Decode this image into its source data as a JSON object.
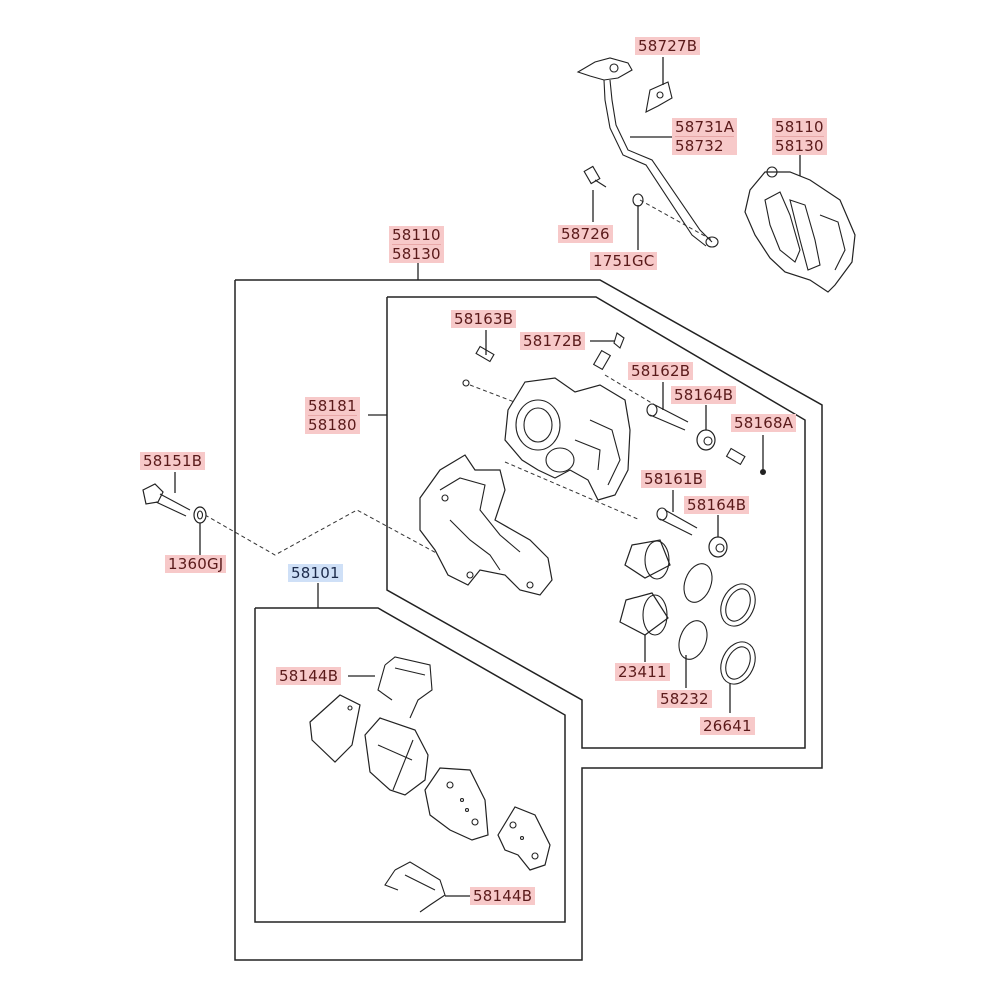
{
  "diagram": {
    "title": "Front brake caliper assembly exploded parts diagram",
    "colors": {
      "part_label_bg": "#f7c9c9",
      "part_label_text": "#5a1a1a",
      "kit_label_bg": "#cfe0f7",
      "kit_label_text": "#1c2a4a",
      "line": "#222222"
    },
    "labels": {
      "hose_bracket": "58727B",
      "hose_a": "58731A",
      "hose_b": "58732",
      "caliper_top_a": "58110",
      "caliper_top_b": "58130",
      "bleeder_bolt": "58726",
      "gasket": "1751GC",
      "assembly_a": "58110",
      "assembly_b": "58130",
      "bleeder_screw": "58163B",
      "bleeder_cap": "58172B",
      "guide_pin_upper": "58162B",
      "boot_upper": "58164B",
      "bushing": "58168A",
      "carrier_a": "58181",
      "carrier_b": "58180",
      "guide_pin_lower": "58161B",
      "boot_lower": "58164B",
      "mount_bolt": "58151B",
      "washer": "1360GJ",
      "pad_kit": "58101",
      "piston": "23411",
      "piston_seal": "58232",
      "dust_boot": "26641",
      "pad_clip_upper": "58144B",
      "pad_clip_lower": "58144B"
    }
  }
}
